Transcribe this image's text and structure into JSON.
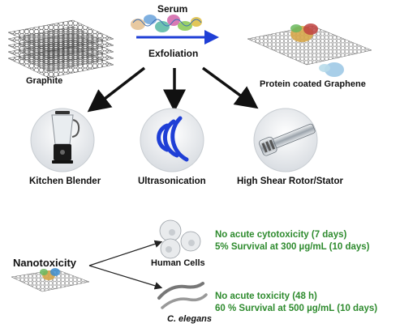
{
  "labels": {
    "serum": "Serum",
    "exfoliation": "Exfoliation",
    "graphite": "Graphite",
    "protein_graphene": "Protein coated Graphene",
    "kitchen_blender": "Kitchen Blender",
    "ultrasonication": "Ultrasonication",
    "rotor_stator": "High Shear Rotor/Stator",
    "nanotoxicity": "Nanotoxicity",
    "human_cells": "Human Cells",
    "c_elegans": "C. elegans"
  },
  "results": {
    "cells_line1": "No acute cytotoxicity (7 days)",
    "cells_line2": "5% Survival at 300 µg/mL (10 days)",
    "worm_line1": "No acute toxicity (48 h)",
    "worm_line2": "60 % Survival at 500 µg/mL (10 days)"
  },
  "colors": {
    "exfoliation_arrow": "#1f3fd6",
    "result_text": "#2e8b2e",
    "sonication_waves": "#1f3fd6"
  },
  "icons": [
    "graphite-sheets-icon",
    "protein-cluster-icon",
    "blender-icon",
    "ultrasound-waves-icon",
    "rotor-stator-icon",
    "cell-icon",
    "worm-icon"
  ]
}
